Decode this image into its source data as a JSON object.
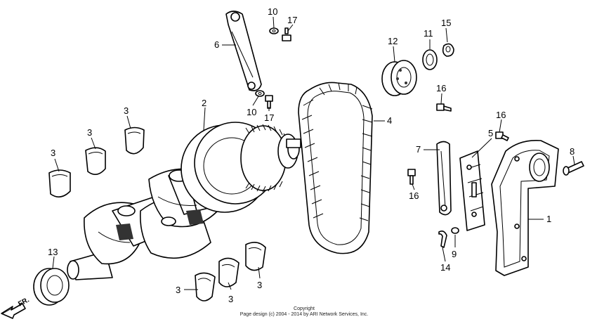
{
  "callouts": [
    {
      "id": "c1",
      "text": "1"
    },
    {
      "id": "c2",
      "text": "2"
    },
    {
      "id": "c3a",
      "text": "3"
    },
    {
      "id": "c3b",
      "text": "3"
    },
    {
      "id": "c3c",
      "text": "3"
    },
    {
      "id": "c3d",
      "text": "3"
    },
    {
      "id": "c3e",
      "text": "3"
    },
    {
      "id": "c3f",
      "text": "3"
    },
    {
      "id": "c4",
      "text": "4"
    },
    {
      "id": "c5",
      "text": "5"
    },
    {
      "id": "c6",
      "text": "6"
    },
    {
      "id": "c7",
      "text": "7"
    },
    {
      "id": "c8",
      "text": "8"
    },
    {
      "id": "c9",
      "text": "9"
    },
    {
      "id": "c10a",
      "text": "10"
    },
    {
      "id": "c10b",
      "text": "10"
    },
    {
      "id": "c11",
      "text": "11"
    },
    {
      "id": "c12",
      "text": "12"
    },
    {
      "id": "c13",
      "text": "13"
    },
    {
      "id": "c14",
      "text": "14"
    },
    {
      "id": "c15",
      "text": "15"
    },
    {
      "id": "c16a",
      "text": "16"
    },
    {
      "id": "c16b",
      "text": "16"
    },
    {
      "id": "c16c",
      "text": "16"
    },
    {
      "id": "c17a",
      "text": "17"
    },
    {
      "id": "c17b",
      "text": "17"
    }
  ],
  "direction_label": "FR.",
  "copyright": {
    "line1": "Copyright",
    "line2": "Page design (c) 2004 - 2014 by ARI Network Services, Inc."
  }
}
